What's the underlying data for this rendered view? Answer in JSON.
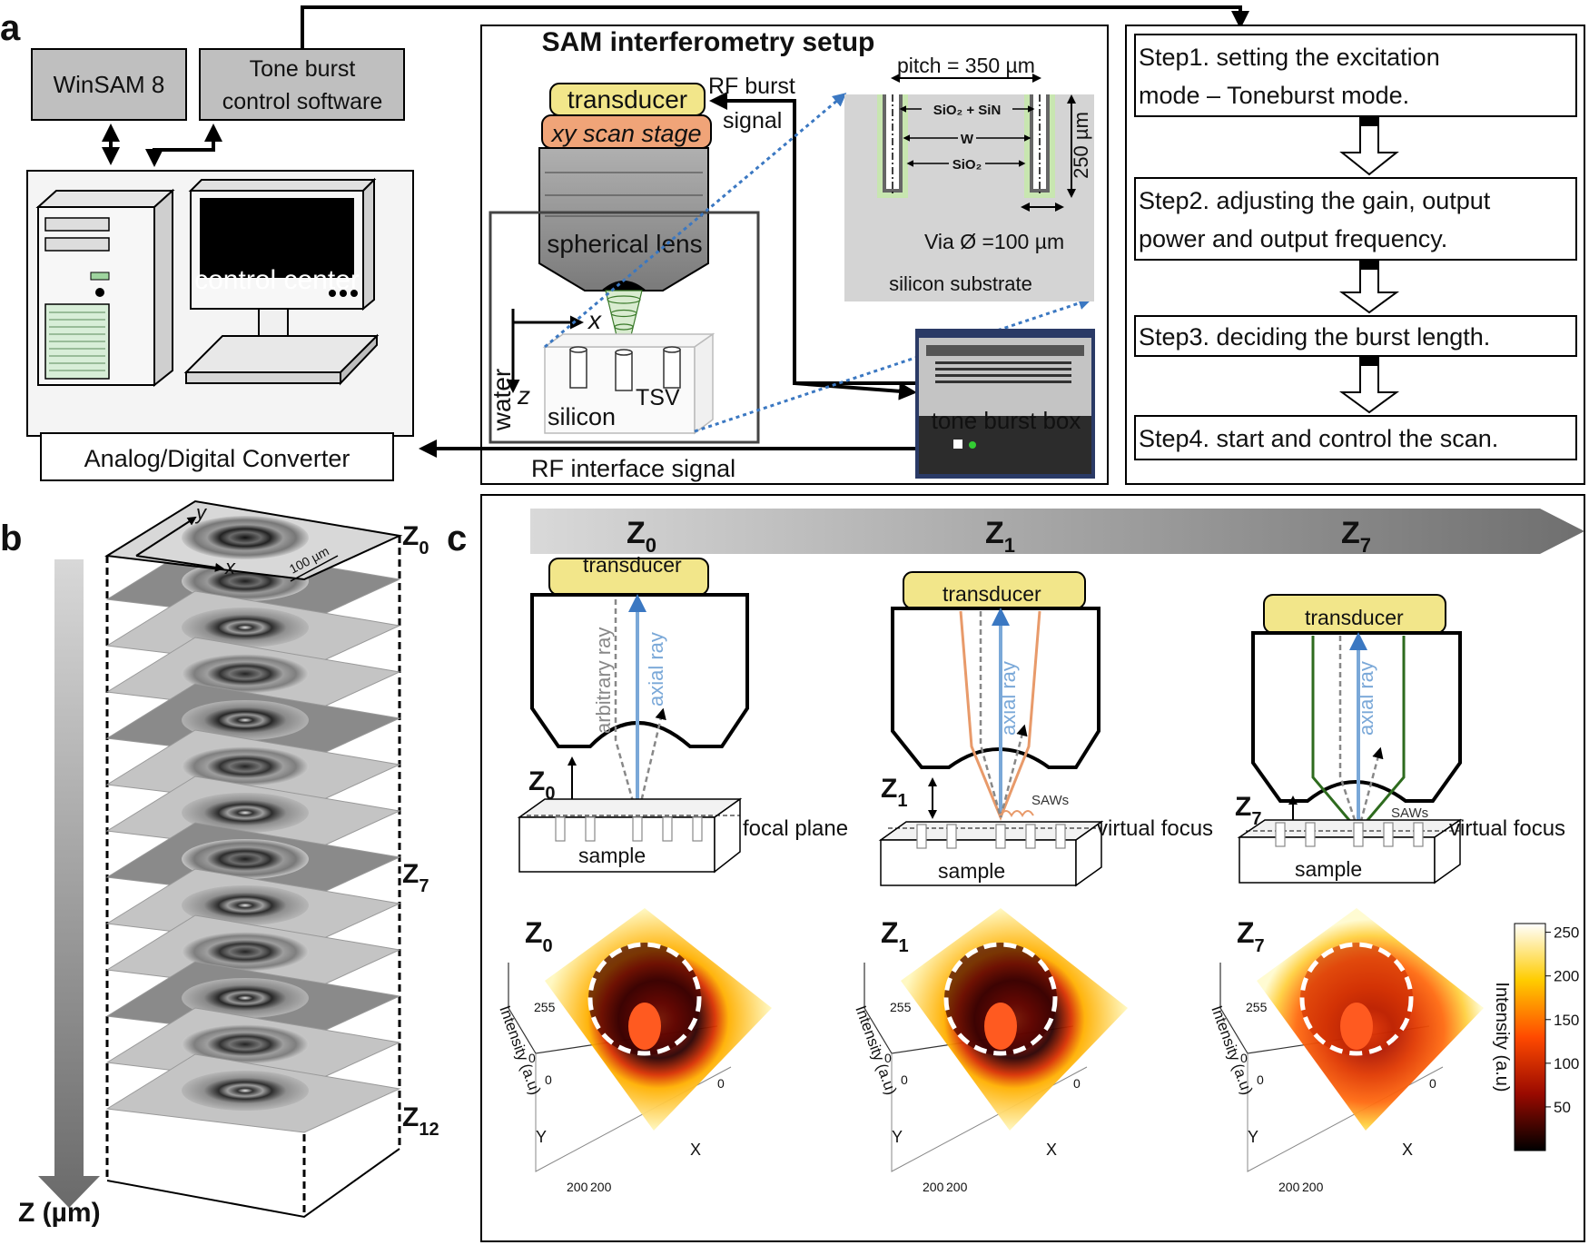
{
  "panel_labels": {
    "a": "a",
    "b": "b",
    "c": "c"
  },
  "panel_a": {
    "winsam": "WinSAM 8",
    "tone_sw_1": "Tone burst",
    "tone_sw_2": "control software",
    "control_center": "control center",
    "adc": "Analog/Digital Converter",
    "setup_title": "SAM interferometry setup",
    "transducer": "transducer",
    "scan_stage": "xy scan stage",
    "spherical_lens": "spherical lens",
    "rf_burst_1": "RF burst",
    "rf_burst_2": "signal",
    "axis_x": "x",
    "axis_z": "z",
    "water": "water",
    "silicon": "silicon",
    "tsv": "TSV",
    "pitch": "pitch = 350 µm",
    "sio2_sin": "SiO₂ + SiN",
    "w": "W",
    "sio2": "SiO₂",
    "depth": "250 µm",
    "via": "Via Ø =100 µm",
    "substrate": "silicon substrate",
    "tone_box": "tone burst box",
    "rf_interface": "RF interface signal",
    "steps": [
      {
        "l1": "Step1.  setting  the  excitation",
        "l2": "mode – Toneburst mode."
      },
      {
        "l1": "Step2. adjusting the gain, output",
        "l2": "power and output frequency."
      },
      {
        "l1": "Step3. deciding the burst length.",
        "l2": ""
      },
      {
        "l1": "Step4. start and control the scan.",
        "l2": ""
      }
    ]
  },
  "panel_b": {
    "axis_y": "y",
    "axis_x": "x",
    "scale": "100 µm",
    "z_axis": "Z (µm)",
    "labels": [
      {
        "base": "Z",
        "sub": "0"
      },
      {
        "base": "Z",
        "sub": "7"
      },
      {
        "base": "Z",
        "sub": "12"
      }
    ]
  },
  "panel_c": {
    "arrow_labels": [
      {
        "base": "Z",
        "sub": "0"
      },
      {
        "base": "Z",
        "sub": "1"
      },
      {
        "base": "Z",
        "sub": "7"
      }
    ],
    "transducer": "transducer",
    "arbitrary_ray": "arbitrary ray",
    "axial_ray": "axial ray",
    "saws": "SAWs",
    "sample": "sample",
    "focal_plane": "focal plane",
    "virtual_focus": "virtual focus",
    "plot_titles": [
      {
        "base": "Z",
        "sub": "0"
      },
      {
        "base": "Z",
        "sub": "1"
      },
      {
        "base": "Z",
        "sub": "7"
      }
    ],
    "intensity_axis": "Intensity (a.u)",
    "tick_255": "255",
    "tick_0": "0",
    "y_label": "Y",
    "x_label": "X",
    "tick_200": "200",
    "colorbar_label": "Intensity (a.u)",
    "colorbar_ticks": [
      "250",
      "200",
      "150",
      "100",
      "50"
    ]
  },
  "colors": {
    "accent_blue": "#3b78c2",
    "transducer_yellow": "#f2e68a",
    "stage_orange": "#f0a478",
    "box_gray": "#bfbfbf",
    "ray_orange": "#e89a6a",
    "ray_green": "#2e6b1e"
  }
}
